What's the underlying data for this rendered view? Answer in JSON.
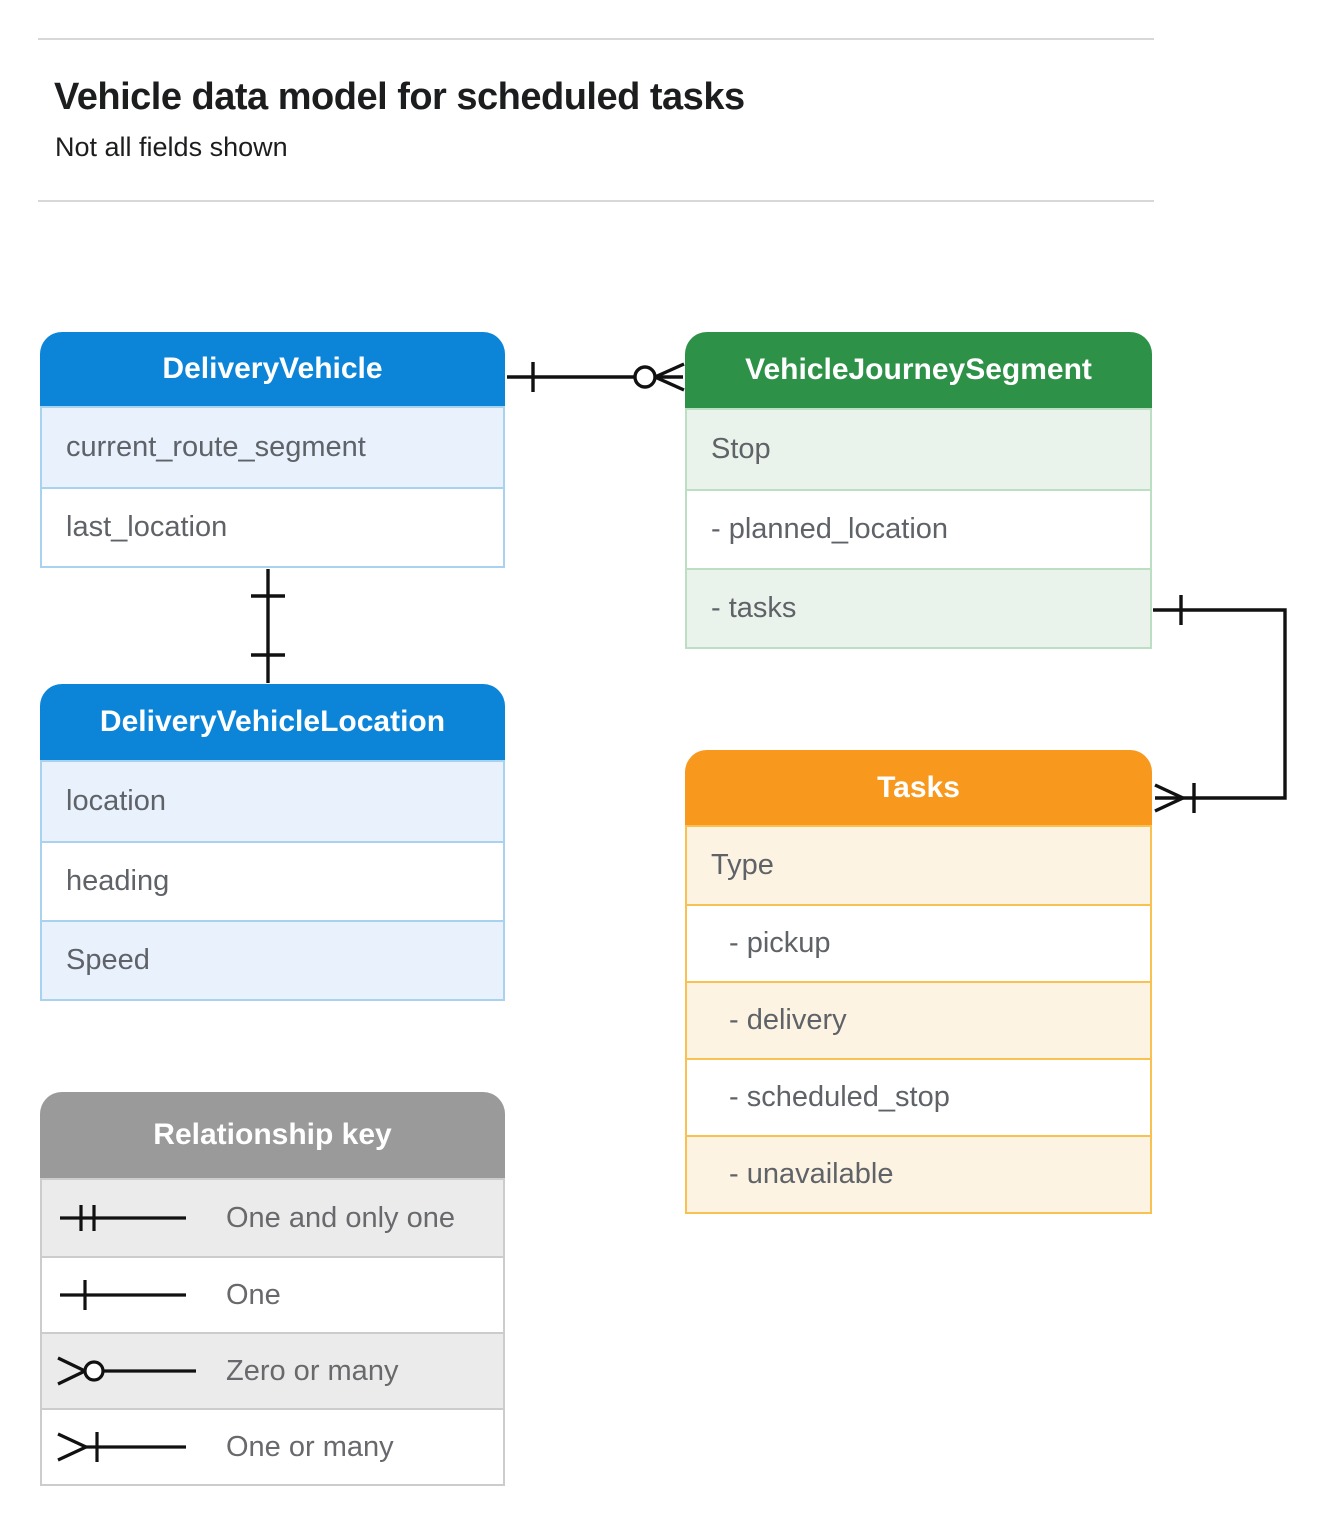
{
  "header": {
    "title": "Vehicle data model for scheduled tasks",
    "subtitle": "Not all fields shown"
  },
  "entities": {
    "delivery_vehicle": {
      "title": "DeliveryVehicle",
      "fields": [
        "current_route_segment",
        "last_location"
      ],
      "header_color": "#0c85d8",
      "row_tint_color": "#e8f1fc",
      "border_color": "#a9d2ef"
    },
    "vehicle_journey_segment": {
      "title": "VehicleJourneySegment",
      "fields": [
        "Stop",
        "- planned_location",
        "- tasks"
      ],
      "header_color": "#2e9148",
      "row_tint_color": "#e9f3ec",
      "border_color": "#bcdfc4"
    },
    "delivery_vehicle_location": {
      "title": "DeliveryVehicleLocation",
      "fields": [
        "location",
        "heading",
        "Speed"
      ],
      "header_color": "#0c85d8",
      "row_tint_color": "#e8f1fc",
      "border_color": "#a9d2ef"
    },
    "tasks": {
      "title": "Tasks",
      "fields": [
        "Type",
        "- pickup",
        "- delivery",
        "- scheduled_stop",
        "- unavailable"
      ],
      "header_color": "#f8991e",
      "row_tint_color": "#fdf3e3",
      "border_color": "#f9c152"
    }
  },
  "legend": {
    "title": "Relationship key",
    "header_color": "#9a9a9a",
    "items": [
      {
        "symbol": "one-and-only-one",
        "label": "One and only one"
      },
      {
        "symbol": "one",
        "label": "One"
      },
      {
        "symbol": "zero-or-many",
        "label": "Zero or many"
      },
      {
        "symbol": "one-or-many",
        "label": "One or many"
      }
    ]
  },
  "connectors": [
    {
      "from": "DeliveryVehicle",
      "to": "VehicleJourneySegment",
      "from_cardinality": "one",
      "to_cardinality": "zero-or-many"
    },
    {
      "from": "DeliveryVehicle",
      "to": "DeliveryVehicleLocation",
      "from_cardinality": "one",
      "to_cardinality": "one"
    },
    {
      "from": "VehicleJourneySegment.tasks",
      "to": "Tasks",
      "from_cardinality": "one",
      "to_cardinality": "one-or-many"
    }
  ]
}
